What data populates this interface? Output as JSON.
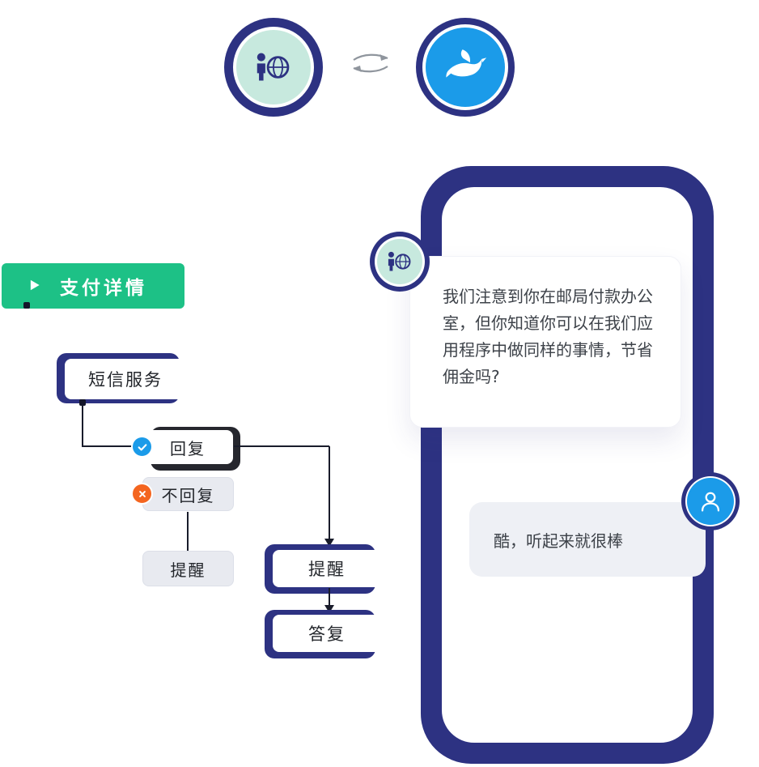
{
  "hero": {
    "left_badge_icon": "person-globe-icon",
    "right_badge_icon": "dove-icon",
    "swap_icon": "swap-arrows-icon"
  },
  "flow": {
    "start_label": "支付详情",
    "sms_label": "短信服务",
    "reply_label": "回复",
    "no_reply_label": "不回复",
    "remind_left_label": "提醒",
    "remind_right_label": "提醒",
    "answer_label": "答复"
  },
  "chat": {
    "bot_message": "我们注意到你在邮局付款办公室，但你知道你可以在我们应用程序中做同样的事情，节省佣金吗?",
    "user_message": "酷，听起来就很棒"
  },
  "colors": {
    "navy": "#2d3282",
    "green": "#1dc186",
    "blue": "#1b9be9",
    "orange": "#f4651f",
    "mint": "#c7e9de",
    "gray_box": "#e8eaf0",
    "line": "#191c2b"
  }
}
